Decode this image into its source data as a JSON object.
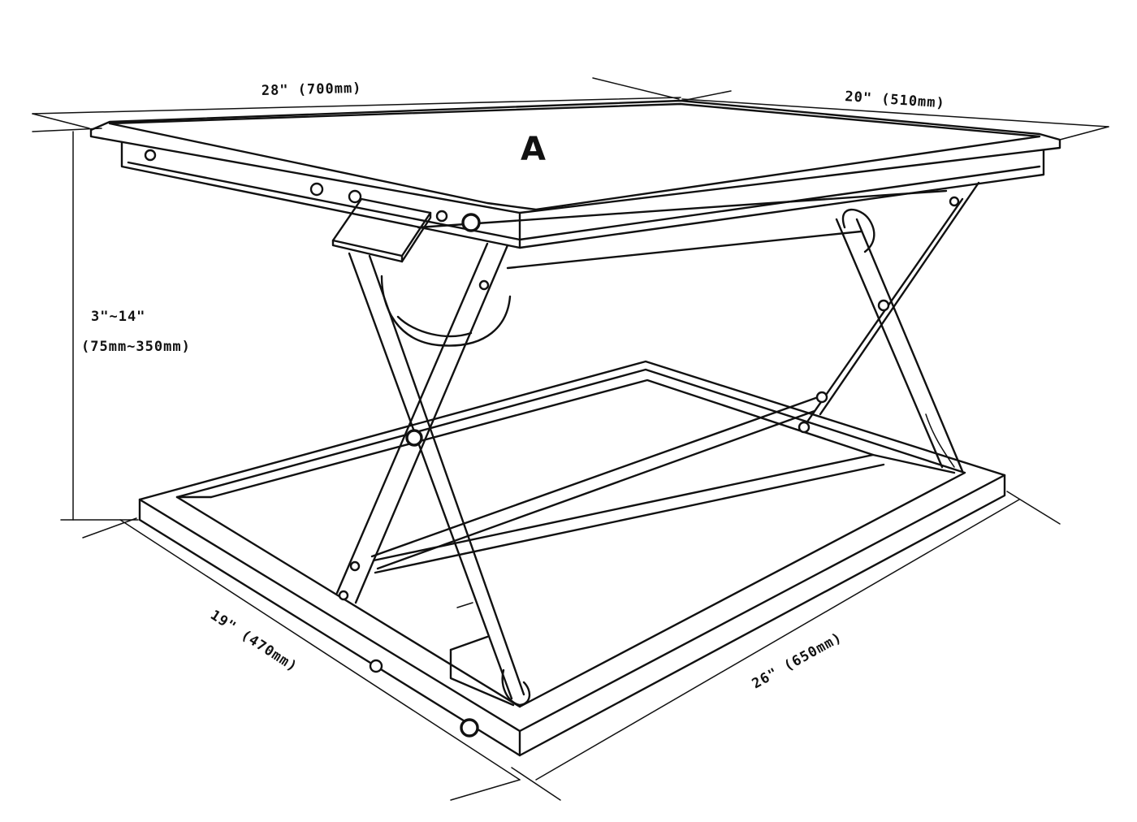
{
  "label": "A",
  "dimensions": {
    "top_width": "28\" (700mm)",
    "top_depth": "20\" (510mm)",
    "height_in": "3\"~14\"",
    "height_mm": "(75mm~350mm)",
    "base_depth": "19\" (470mm)",
    "base_width": "26\" (650mm)"
  }
}
